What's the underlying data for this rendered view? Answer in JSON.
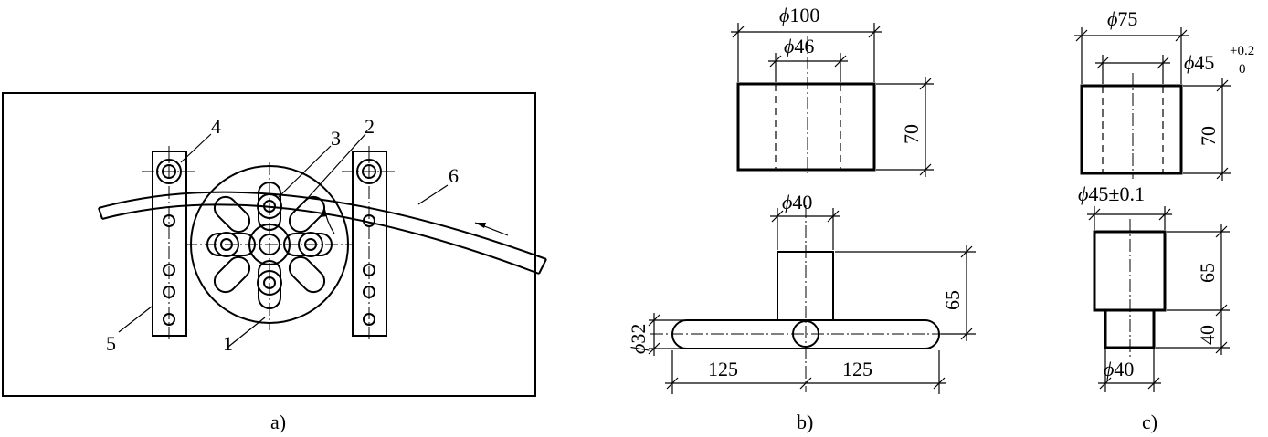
{
  "figure_a": {
    "caption": "a)",
    "part_labels": [
      "1",
      "2",
      "3",
      "4",
      "5",
      "6"
    ]
  },
  "figure_b": {
    "caption": "b)",
    "dims": {
      "outer_dia": "100",
      "inner_dia": "46",
      "height_top": "70",
      "shaft_dia": "40",
      "shaft_len": "65",
      "handle_dia": "32",
      "arm_left": "125",
      "arm_right": "125"
    }
  },
  "figure_c": {
    "caption": "c)",
    "dims": {
      "outer_dia": "75",
      "bore_dia_base": "45",
      "bore_tol_upper": "+0.2",
      "bore_tol_lower": "0",
      "height_top": "70",
      "shaft_dia_tol": "45±0.1",
      "shaft_len": "65",
      "pin_len": "40",
      "pin_dia": "40"
    }
  },
  "symbols": {
    "diameter": "ϕ"
  }
}
